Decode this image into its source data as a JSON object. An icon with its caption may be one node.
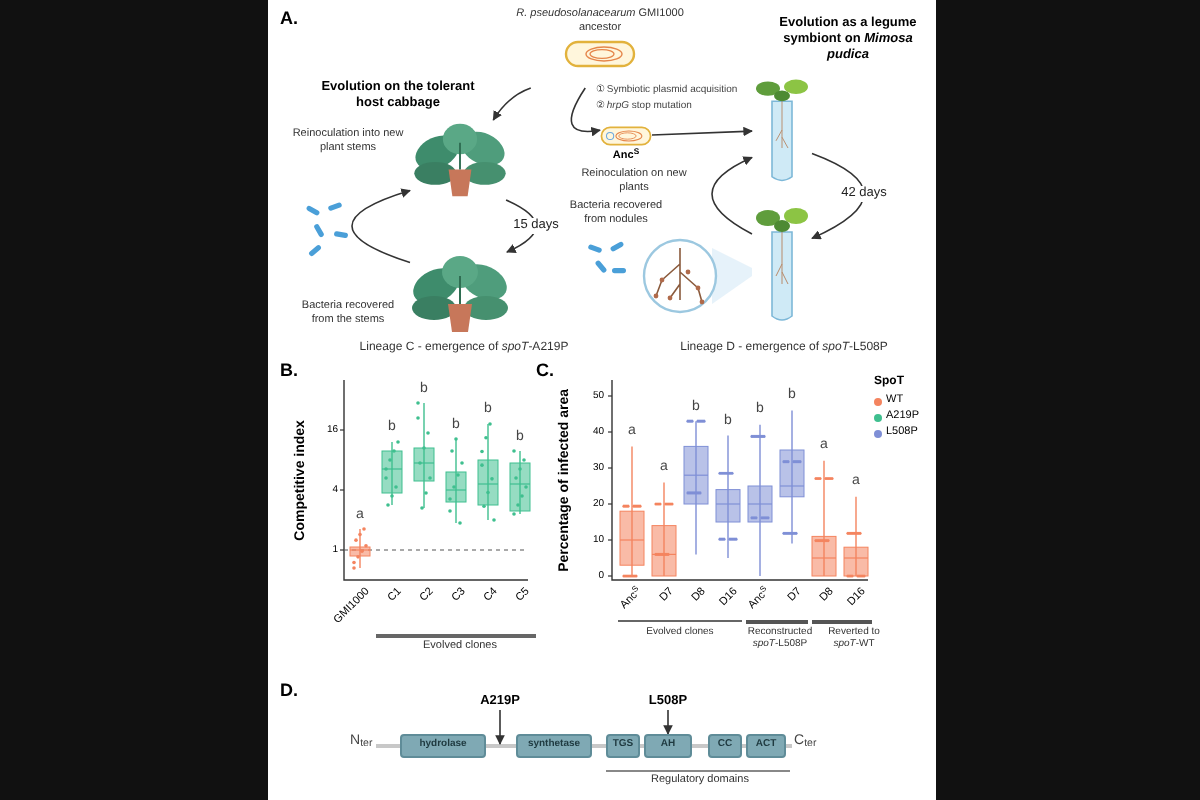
{
  "diagram": {
    "nodes": [
      {
        "text": [
          "*R. pseudosolanacearum* GMI1000 ancestor"
        ]
      },
      {
        "text": [],
        "shape": "picture",
        "beside": [
          "Evolution on the tolerant host cabbage",
          "Reinoculation into new plant stems"
        ]
      },
      {
        "text": [],
        "shape": "picture",
        "beside": [
          "Bacteria recovered from the stems",
          "Lineage C - emergence of *spoT*-A219P"
        ]
      },
      {
        "text": [],
        "shape": "picture",
        "beside": [
          "Anc$^{S}$",
          "Reinoculation on new plants"
        ]
      },
      {
        "text": [],
        "shape": "picture",
        "beside": [
          "Evolution as a legume symbiont on *Mimosa pudica*"
        ]
      },
      {
        "text": [],
        "shape": "picture",
        "beside": [
          "Lineage D - emergence of *spoT*-L508P"
        ]
      },
      {
        "text": [
          "A219P"
        ]
      },
      {
        "text": [
          "L508P"
        ]
      },
      {
        "text": [
          "hydrolase"
        ]
      },
      {
        "text": [
          "synthetase"
        ]
      },
      {
        "text": [
          "TGS"
        ]
      },
      {
        "text": [
          "AH"
        ]
      },
      {
        "text": [
          "CC"
        ]
      },
      {
        "text": [
          "ACT"
        ]
      },
      {
        "text": [],
        "shape": "bar",
        "beside": [
          "N$_{ter}$",
          "C$_{ter}$"
        ]
      }
    ],
    "edges": [
      {
        "from": 0,
        "to": 1,
        "arrow": "to"
      },
      {
        "from": 0,
        "to": 3,
        "arrow": "to"
      },
      {
        "from": 3,
        "to": 4,
        "arrow": "to"
      },
      {
        "from": 1,
        "to": 2,
        "arrow": "to",
        "label": "15 days"
      },
      {
        "from": 2,
        "to": 1,
        "arrow": "to"
      },
      {
        "from": 4,
        "to": 5,
        "arrow": "to",
        "label": "42 days"
      },
      {
        "from": 5,
        "to": 4,
        "arrow": "to"
      },
      {
        "from": 6,
        "to": 14,
        "arrow": "to"
      },
      {
        "from": 7,
        "to": 11,
        "arrow": "to"
      }
    ],
    "labels": [
      "A.",
      "① Symbiotic plasmid acquisition",
      "② *hrpG* stop mutation",
      "Bacteria recovered from nodules",
      "B.",
      "Competitive index",
      "16",
      "4",
      "1",
      "a",
      "b",
      "b",
      "b",
      "b",
      "b",
      "GMI1000",
      "C1",
      "C2",
      "C3",
      "C4",
      "C5",
      "Evolved clones",
      "C.",
      "Percentage of infected area",
      "50",
      "40",
      "30",
      "20",
      "10",
      "0",
      "a",
      "a",
      "b",
      "b",
      "b",
      "b",
      "a",
      "a",
      "Anc$^{S}$",
      "D7",
      "D8",
      "D16",
      "Anc$^{S}$",
      "D7",
      "D8",
      "D16",
      "Evolved clones",
      "Reconstructed *spoT*-L508P",
      "Reverted to *spoT*-WT",
      "SpoT",
      "D.",
      "Regulatory domains"
    ],
    "legend": [
      {
        "text": "WT",
        "color": "#f4845f"
      },
      {
        "text": "A219P",
        "color": "#3fbf8f"
      },
      {
        "text": "L508P",
        "color": "#7f8fd6"
      }
    ]
  }
}
